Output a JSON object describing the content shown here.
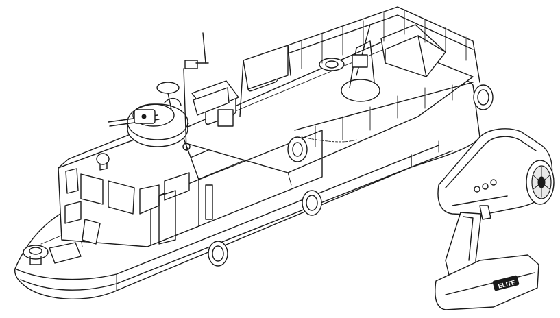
{
  "illustration": {
    "boat": {
      "icons": [
        "hull-icon",
        "cabin-icon",
        "turret-icon",
        "machine-gun-icon",
        "railing-icon",
        "life-ring-icon",
        "fender-icon",
        "searchlight-icon",
        "antenna-icon",
        "canopy-icon",
        "storage-box-icon"
      ],
      "windows_front": 5,
      "windows_side": 3,
      "fenders_visible": 3
    },
    "transmitter": {
      "brand_label": "ELITE",
      "icons": [
        "steering-wheel-icon",
        "trigger-icon",
        "grip-icon"
      ]
    },
    "colors": {
      "line": "#1a1a1a",
      "background": "#ffffff",
      "badge": "#1a1a1a"
    }
  }
}
